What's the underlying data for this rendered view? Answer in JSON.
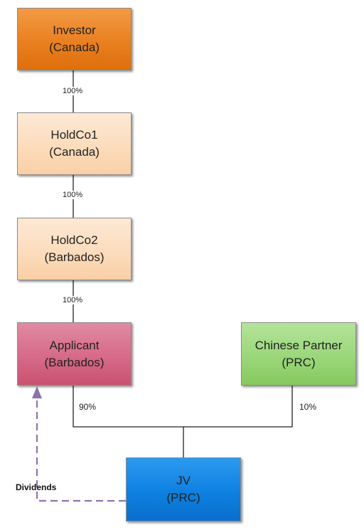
{
  "entities": {
    "investor": {
      "name": "Investor",
      "jurisdiction": "(Canada)"
    },
    "holdco1": {
      "name": "HoldCo1",
      "jurisdiction": "(Canada)"
    },
    "holdco2": {
      "name": "HoldCo2",
      "jurisdiction": "(Barbados)"
    },
    "applicant": {
      "name": "Applicant",
      "jurisdiction": "(Barbados)"
    },
    "partner": {
      "name": "Chinese Partner",
      "jurisdiction": "(PRC)"
    },
    "jv": {
      "name": "JV",
      "jurisdiction": "(PRC)"
    }
  },
  "ownership": {
    "investor_holdco1": "100%",
    "holdco1_holdco2": "100%",
    "holdco2_applicant": "100%",
    "applicant_jv": "90%",
    "partner_jv": "10%"
  },
  "flows": {
    "dividends_label": "Dividends",
    "dividends_color": "#8e72b0"
  },
  "colors": {
    "investor": "#e9801f",
    "holdco": "#fcdcbc",
    "applicant": "#d66a88",
    "partner": "#9bd77a",
    "jv": "#0e80e0",
    "connector": "#222222"
  }
}
